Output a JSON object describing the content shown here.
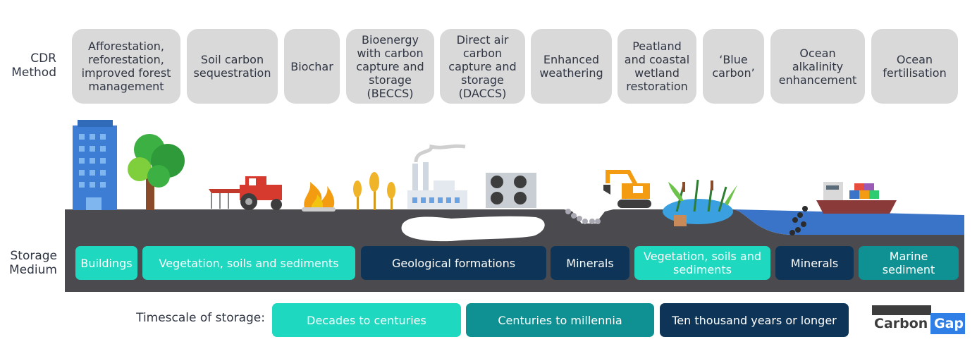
{
  "row_labels": {
    "cdr_method": "CDR\nMethod",
    "storage_medium": "Storage\nMedium"
  },
  "methods": [
    "Afforestation,\nreforestation,\nimproved forest\nmanagement",
    "Soil carbon\nsequestration",
    "Biochar",
    "Bioenergy\nwith carbon\ncapture and\nstorage\n(BECCS)",
    "Direct air\ncarbon\ncapture and\nstorage\n(DACCS)",
    "Enhanced\nweathering",
    "Peatland\nand coastal\nwetland\nrestoration",
    "‘Blue\ncarbon’",
    "Ocean\nalkalinity\nenhancement",
    "Ocean\nfertilisation"
  ],
  "storage_media": [
    "Buildings",
    "Vegetation, soils and sediments",
    "Geological formations",
    "Minerals",
    "Vegetation, soils and\nsediments",
    "Minerals",
    "Marine\nsediment"
  ],
  "timescale": {
    "label": "Timescale of storage:",
    "items": [
      "Decades to centuries",
      "Centuries to millennia",
      "Ten thousand years or longer"
    ]
  },
  "logo": {
    "word1": "Carbon",
    "word2": "Gap"
  },
  "colors": {
    "teal_light": "#1ed8c0",
    "teal_dark": "#0f9193",
    "navy": "#0e3557",
    "ground": "#4a4a4f",
    "method_box": "#d9d9d9",
    "logo_blue": "#2f7fe6"
  },
  "icons": [
    "building-icon",
    "tree-icon",
    "tractor-icon",
    "fire-icon",
    "wheat-icon",
    "factory-icon",
    "air-capture-unit-icon",
    "excavator-icon",
    "wetland-reeds-icon",
    "ship-icon"
  ]
}
